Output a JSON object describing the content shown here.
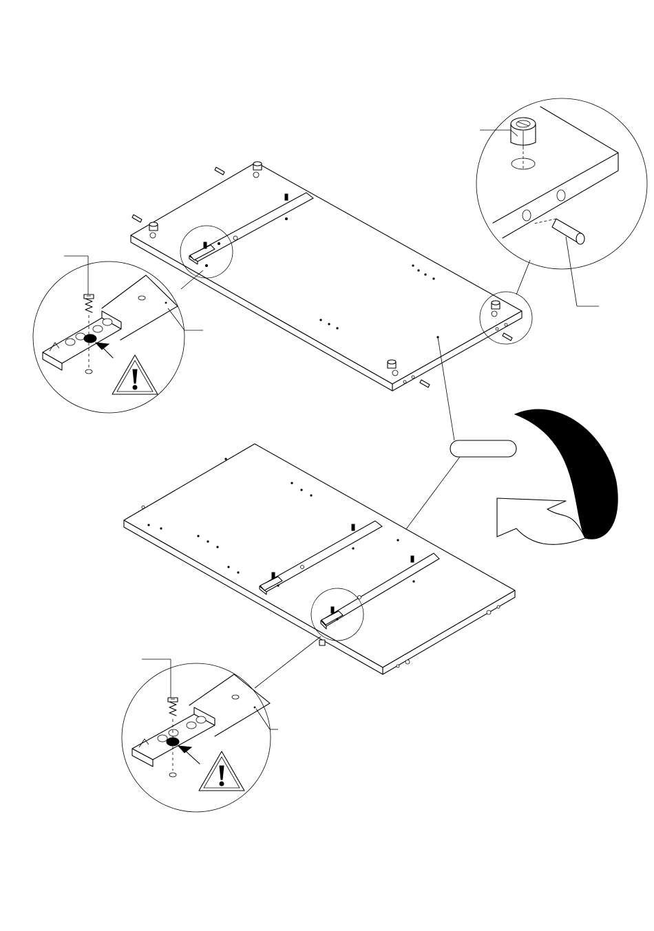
{
  "diagram": {
    "kind": "furniture-assembly-step",
    "part_label_badge": "",
    "steps": [
      {
        "id": "upper-panel",
        "description_visible": false
      },
      {
        "id": "lower-panel",
        "description_visible": false
      }
    ],
    "icons": {
      "warning": "warning-triangle-icon",
      "rotate": "flip-arrow-icon",
      "cam_lock": "cam-lock-icon",
      "dowel": "dowel-icon",
      "screw": "euro-screw-icon"
    },
    "colors": {
      "ink": "#000000",
      "paper": "#ffffff"
    }
  }
}
